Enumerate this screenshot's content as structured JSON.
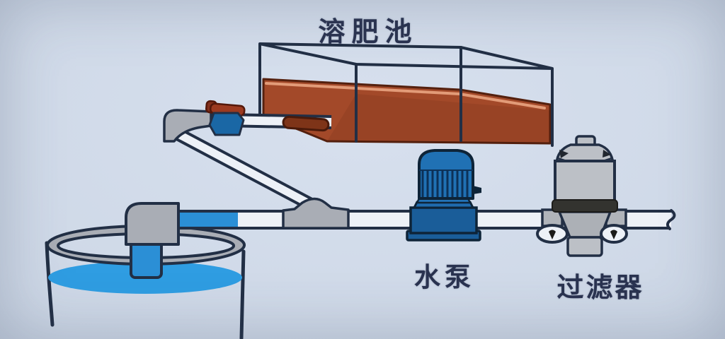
{
  "labels": {
    "fertilizer_tank": "溶肥池",
    "water_pump": "水泵",
    "filter": "过滤器"
  },
  "colors": {
    "background": "#cdd7e6",
    "outline": "#222f45",
    "label_text": "#2a3350",
    "pipe_fill": "#edf1f7",
    "pipe_blue": "#2b8fd6",
    "water_blue": "#2f9de2",
    "fitting_gray": "#a9adb5",
    "filter_gray": "#bcc0c6",
    "filter_band": "#33332f",
    "tank_liquid": "#a34929",
    "tank_highlight": "#e29b78",
    "pump_blue": "#2071b4",
    "pump_base": "#1a5d99",
    "valve_body": "#1a67a5",
    "valve_handle": "#9c3a20"
  }
}
